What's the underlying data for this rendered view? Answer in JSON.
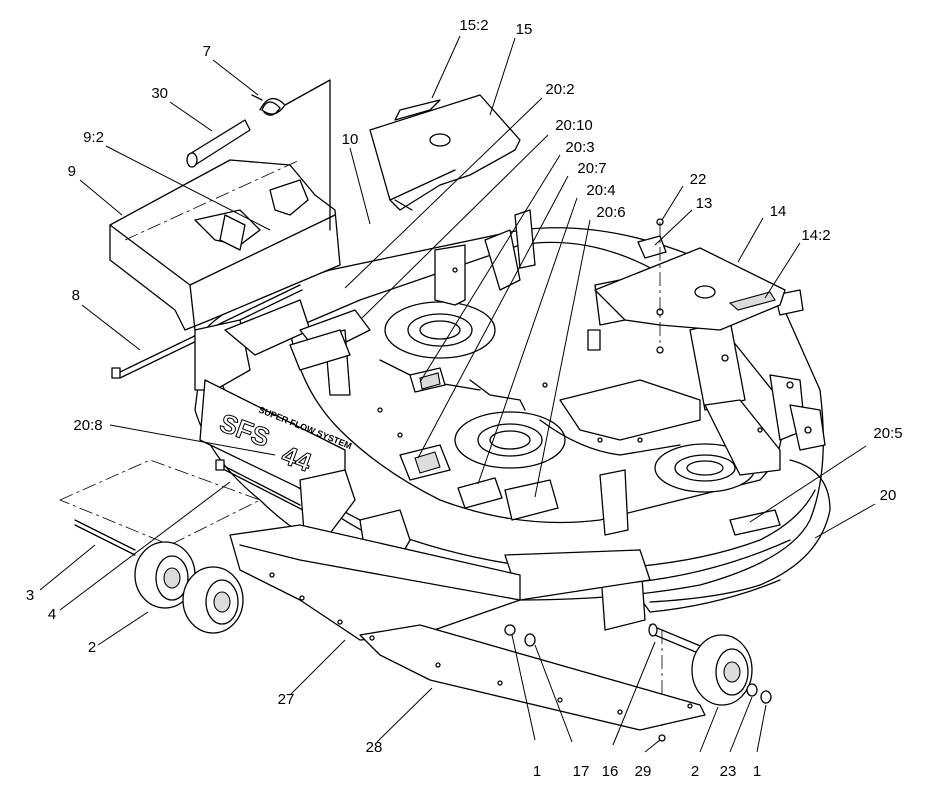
{
  "diagram": {
    "callouts": [
      "7",
      "30",
      "9:2",
      "9",
      "10",
      "8",
      "15:2",
      "15",
      "20:2",
      "20:10",
      "20:3",
      "20:7",
      "20:4",
      "20:6",
      "22",
      "13",
      "14",
      "14:2",
      "20:8",
      "20:5",
      "20",
      "3",
      "4",
      "2",
      "27",
      "28",
      "1",
      "17",
      "16",
      "29",
      "2",
      "23",
      "1"
    ],
    "decal_text": {
      "sfs": "SFS",
      "model": "44",
      "banner": "SUPER FLOW SYSTEM"
    }
  }
}
